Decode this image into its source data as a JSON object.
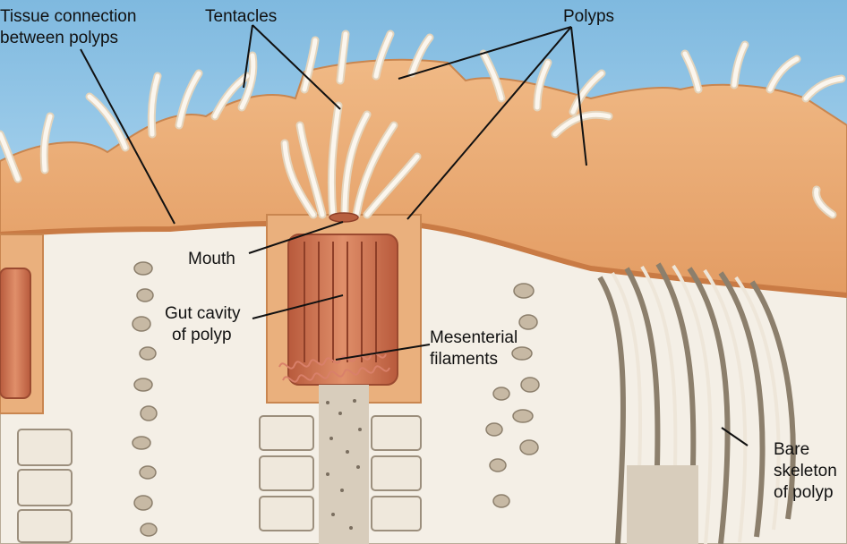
{
  "labels": {
    "tissue_connection_line1": "Tissue connection",
    "tissue_connection_line2": "between polyps",
    "tentacles": "Tentacles",
    "polyps": "Polyps",
    "mouth": "Mouth",
    "gut_cavity_line1": "Gut cavity",
    "gut_cavity_line2": "of polyp",
    "mesenterial_line1": "Mesenterial",
    "mesenterial_line2": "filaments",
    "bare_skeleton_line1": "Bare",
    "bare_skeleton_line2": "skeleton",
    "bare_skeleton_line3": "of polyp"
  },
  "colors": {
    "sky": "#8fc4e6",
    "tissue": "#e9ae78",
    "tissue_dark": "#d08a52",
    "skeleton": "#f4efe6",
    "skeleton_shadow": "#b9ab97",
    "tentacle": "#fbf6ee",
    "gut": "#c96a4a"
  }
}
